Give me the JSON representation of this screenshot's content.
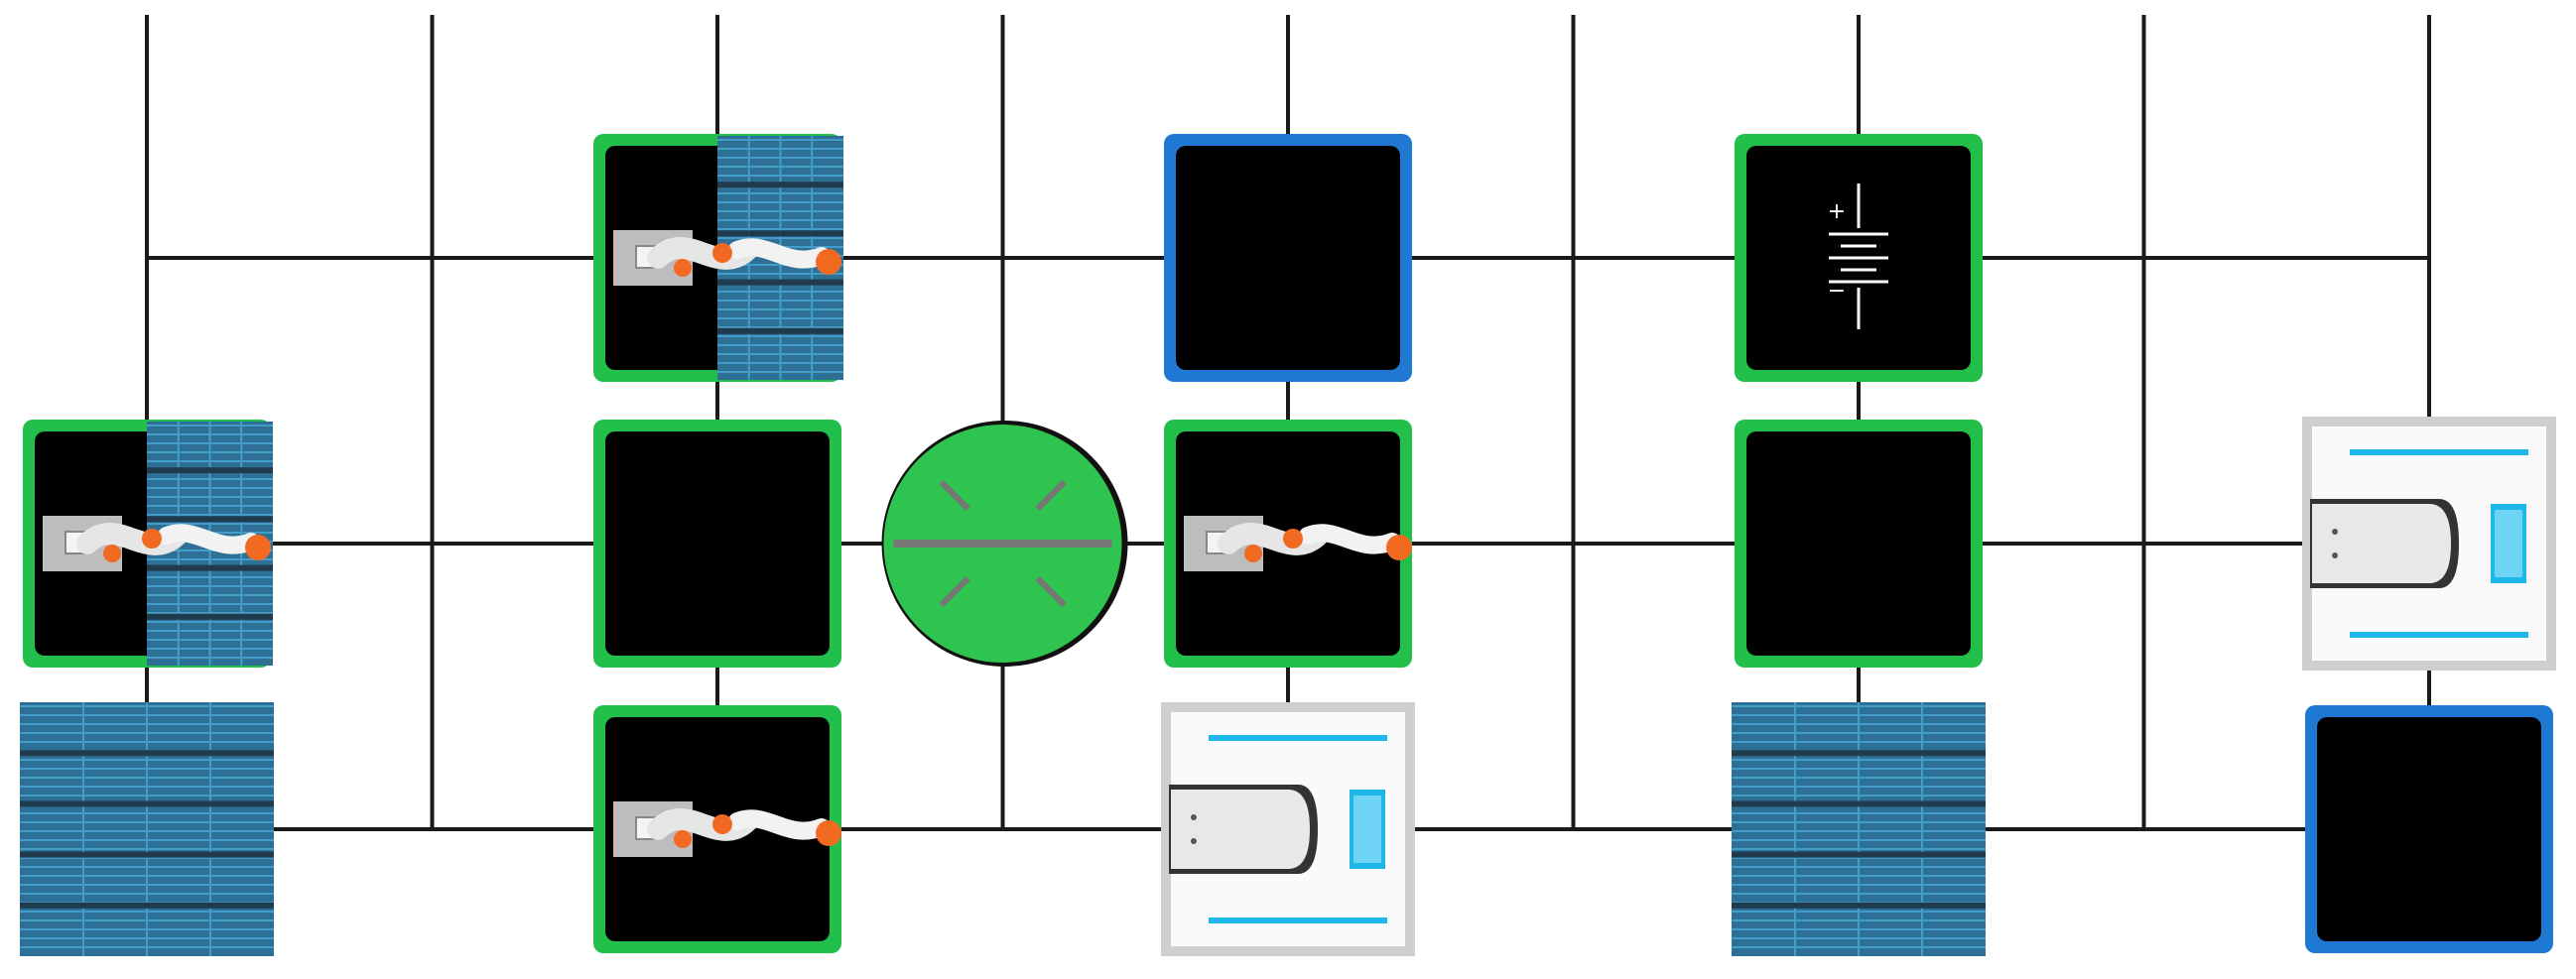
{
  "grid": {
    "columns": 9,
    "rows": 3,
    "line_color": "#1a1a1a",
    "background": "#ffffff"
  },
  "colors": {
    "green_border": "#22c04a",
    "blue_border": "#1f78d1",
    "tile_fill": "#000000",
    "solar_panel": "#2e6f95",
    "solar_line": "#4aa9d6",
    "robot_body": "#bdbdbd",
    "robot_accent": "#f26a21",
    "rover_body": "#e8e8e8",
    "rover_stripe": "#1fb6e8",
    "hub_green": "#2ec44f"
  },
  "modules": [
    {
      "kind": "solar",
      "col": 0,
      "row": 2
    },
    {
      "kind": "arm-solar",
      "col": 0,
      "row": 1,
      "border": "green"
    },
    {
      "kind": "arm-solar",
      "col": 2,
      "row": 0,
      "border": "green"
    },
    {
      "kind": "empty",
      "col": 2,
      "row": 1,
      "border": "green"
    },
    {
      "kind": "arm",
      "col": 2,
      "row": 2,
      "border": "green"
    },
    {
      "kind": "hub",
      "col": 3,
      "row": 1
    },
    {
      "kind": "empty",
      "col": 4,
      "row": 0,
      "border": "blue"
    },
    {
      "kind": "arm",
      "col": 4,
      "row": 1,
      "border": "green"
    },
    {
      "kind": "rover",
      "col": 4,
      "row": 2
    },
    {
      "kind": "battery",
      "col": 6,
      "row": 0,
      "border": "green"
    },
    {
      "kind": "empty",
      "col": 6,
      "row": 1,
      "border": "green"
    },
    {
      "kind": "solar",
      "col": 6,
      "row": 2
    },
    {
      "kind": "rover",
      "col": 8,
      "row": 1
    },
    {
      "kind": "empty",
      "col": 8,
      "row": 2,
      "border": "blue"
    }
  ],
  "battery_symbol": {
    "plus": "+",
    "minus": "−"
  }
}
